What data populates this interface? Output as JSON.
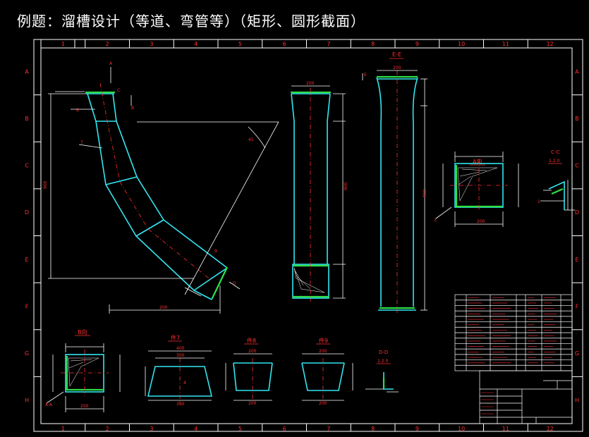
{
  "title": "例题：溜槽设计（等道、弯管等）（矩形、圆形截面）",
  "grid_numbers": [
    "1",
    "2",
    "3",
    "4",
    "5",
    "6",
    "7",
    "8",
    "9",
    "10",
    "11",
    "12"
  ],
  "grid_letters": [
    "A",
    "B",
    "C",
    "D",
    "E",
    "F",
    "G",
    "H"
  ],
  "views": {
    "ee": "E-E",
    "aa": "A向",
    "cc": "C-C",
    "cc_scale": "1:2.0",
    "bb": "B向",
    "dd": "D-D",
    "dd_scale": "1:2.0",
    "part7": "件7",
    "part8": "件8",
    "part9": "件9"
  }
}
